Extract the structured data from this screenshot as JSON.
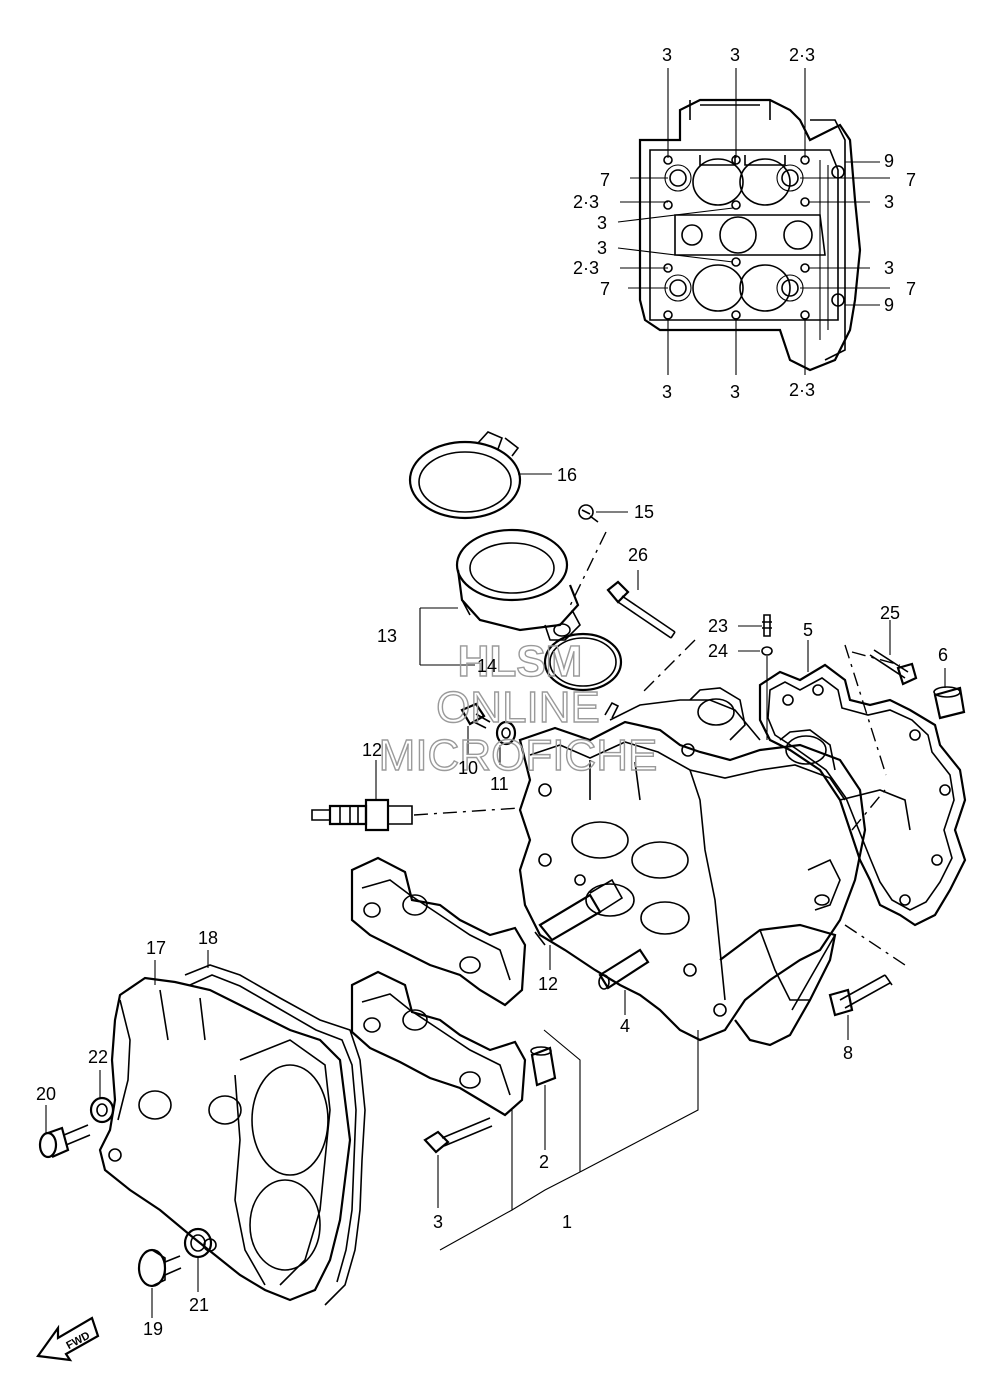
{
  "watermark": [
    "HLSM",
    "ONLINE",
    "MICROFICHE"
  ],
  "fwd_label": "FWD",
  "callouts": {
    "top_left_top": "3",
    "top_mid_top": "3",
    "top_right_top": "2·3",
    "r9a": "9",
    "l7a": "7",
    "r7a": "7",
    "l23a": "2·3",
    "r3a": "3",
    "l3a": "3",
    "l3b": "3",
    "l23b": "2·3",
    "r3b": "3",
    "l7b": "7",
    "r7b": "7",
    "r9b": "9",
    "bot_left": "3",
    "bot_mid": "3",
    "bot_right": "2·3",
    "p16": "16",
    "p15": "15",
    "p26": "26",
    "p23": "23",
    "p24": "24",
    "p25": "25",
    "p5": "5",
    "p6": "6",
    "p13": "13",
    "p14": "14",
    "p10": "10",
    "p11": "11",
    "p12a": "12",
    "p12b": "12",
    "p4": "4",
    "p8": "8",
    "p17": "17",
    "p18": "18",
    "p22": "22",
    "p20": "20",
    "p2": "2",
    "p3": "3",
    "p1": "1",
    "p19": "19",
    "p21": "21"
  }
}
